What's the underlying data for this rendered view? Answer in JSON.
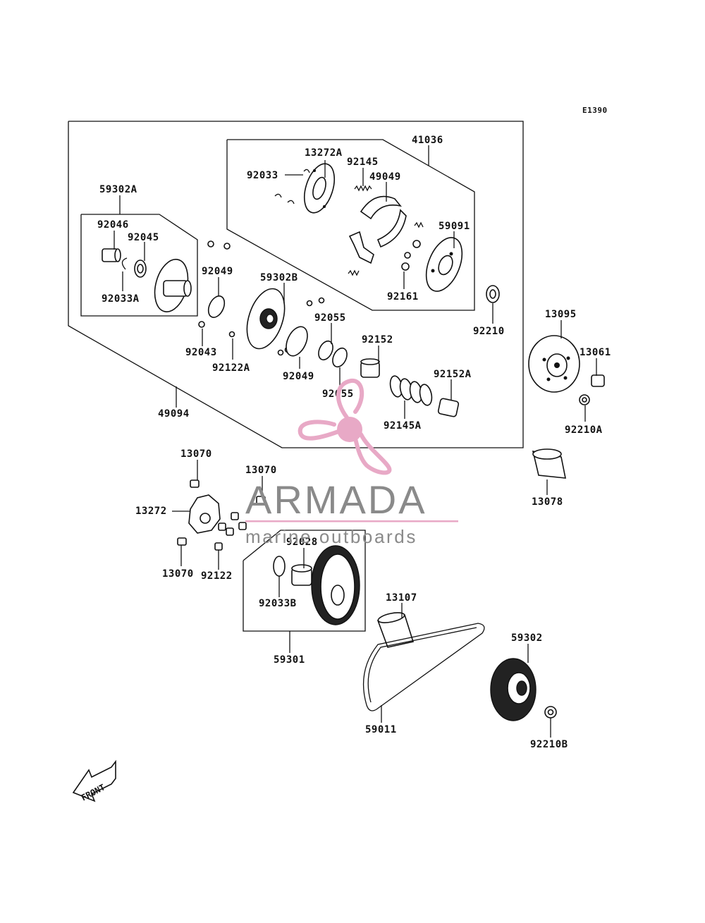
{
  "diagram_code": "E1390",
  "labels": {
    "p41036": "41036",
    "p13272A": "13272A",
    "p92033": "92033",
    "p92145": "92145",
    "p49049": "49049",
    "p59091": "59091",
    "p92161": "92161",
    "p59302A": "59302A",
    "p92046": "92046",
    "p92045": "92045",
    "p92033A": "92033A",
    "p92049a": "92049",
    "p59302B": "59302B",
    "p92043": "92043",
    "p92122A": "92122A",
    "p92055a": "92055",
    "p92049b": "92049",
    "p92055b": "92055",
    "p92152": "92152",
    "p92152A": "92152A",
    "p92145A": "92145A",
    "p92210": "92210",
    "p49094": "49094",
    "p13095": "13095",
    "p13061": "13061",
    "p92210A": "92210A",
    "p13078": "13078",
    "p13070a": "13070",
    "p13070b": "13070",
    "p13070c": "13070",
    "p13272": "13272",
    "p92122": "92122",
    "p92028": "92028",
    "p92033B": "92033B",
    "p59301": "59301",
    "p13107": "13107",
    "p59302": "59302",
    "p59011": "59011",
    "p92210B": "92210B"
  },
  "front_arrow": "FRONT",
  "watermark": {
    "brand": "ARMADA",
    "tagline": "marine outboards",
    "colors": {
      "pink": "#e8a9c6",
      "gray": "#8a8a8a"
    }
  }
}
